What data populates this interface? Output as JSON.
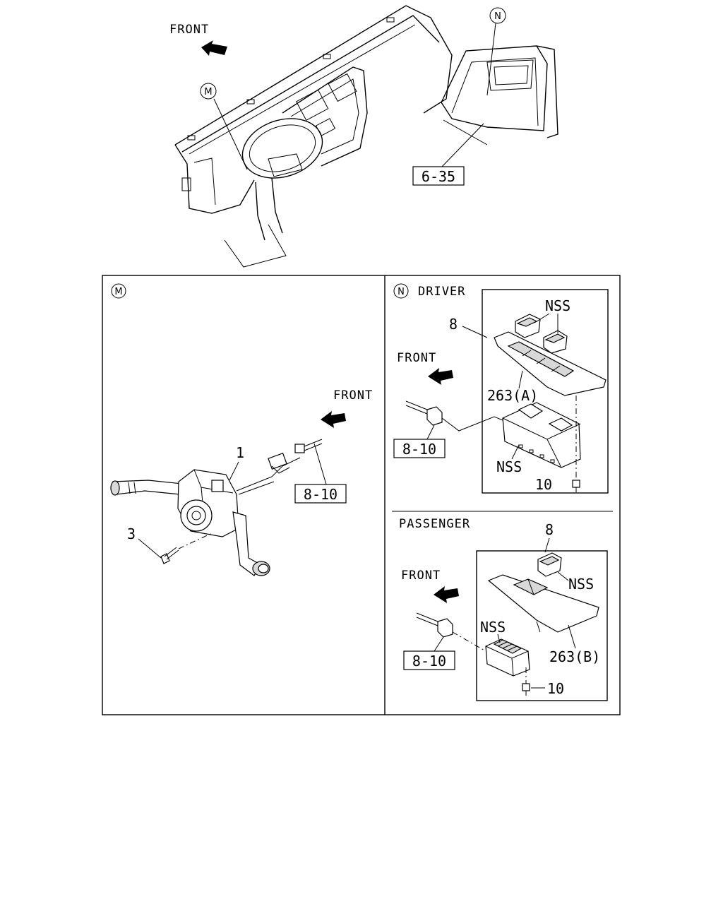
{
  "labels": {
    "front_top": "FRONT",
    "front_m": "FRONT",
    "front_driver": "FRONT",
    "front_passenger": "FRONT",
    "circle_m_top": "M",
    "circle_n_top": "N",
    "circle_m_panel": "M",
    "circle_n_panel": "N",
    "driver": "DRIVER",
    "passenger": "PASSENGER",
    "ref_6_35": "6-35",
    "ref_8_10_m": "8-10",
    "ref_8_10_driver": "8-10",
    "ref_8_10_passenger": "8-10",
    "part_1": "1",
    "part_3": "3",
    "part_8_driver": "8",
    "part_8_passenger": "8",
    "part_10_driver": "10",
    "part_10_passenger": "10",
    "part_263a": "263(A)",
    "part_263b": "263(B)",
    "nss_driver_top": "NSS",
    "nss_driver_bottom": "NSS",
    "nss_passenger_top": "NSS",
    "nss_passenger_mid": "NSS"
  }
}
